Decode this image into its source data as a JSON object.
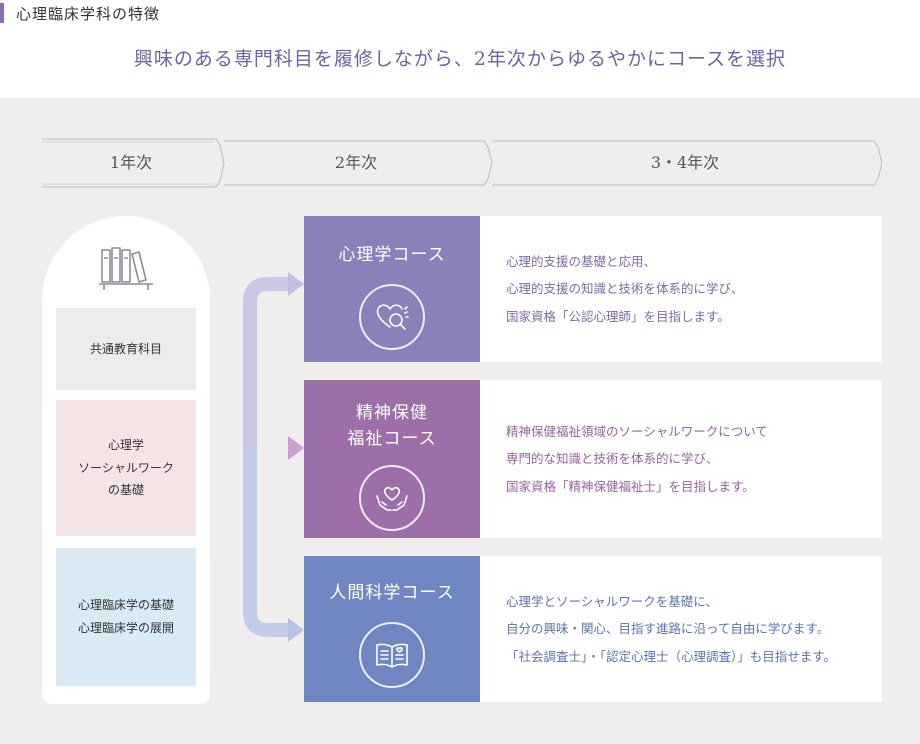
{
  "section": {
    "title": "心理臨床学科の特徴"
  },
  "headline": "興味のある専門科目を履修しながら、2年次からゆるやかにコースを選択",
  "years": [
    "1年次",
    "2年次",
    "3・4年次"
  ],
  "first_year": {
    "icon": "books-icon",
    "subjects": [
      {
        "lines": [
          "共通教育科目"
        ]
      },
      {
        "lines": [
          "心理学",
          "ソーシャルワーク",
          "の基礎"
        ]
      },
      {
        "lines": [
          "心理臨床学の基礎",
          "心理臨床学の展開"
        ]
      }
    ]
  },
  "courses": [
    {
      "name": [
        "心理学コース"
      ],
      "icon": "heart-magnifier-icon",
      "color": "#8b80b9",
      "desc": [
        "心理的支援の基礎と応用、",
        "心理的支援の知識と技術を体系的に学び、",
        "国家資格「公認心理師」を目指します。"
      ]
    },
    {
      "name": [
        "精神保健",
        "福祉コース"
      ],
      "icon": "heart-hands-icon",
      "color": "#9c6fa8",
      "desc": [
        "精神保健福祉領域のソーシャルワークについて",
        "専門的な知識と技術を体系的に学び、",
        "国家資格「精神保健福祉士」を目指します。"
      ]
    },
    {
      "name": [
        "人間科学コース"
      ],
      "icon": "open-book-icon",
      "color": "#6f86c2",
      "desc": [
        "心理学とソーシャルワークを基礎に、",
        "自分の興味・関心、目指す進路に沿って自由に学びます。",
        "「社会調査士」・「認定心理士（心理調査）」も目指せます。"
      ]
    }
  ]
}
